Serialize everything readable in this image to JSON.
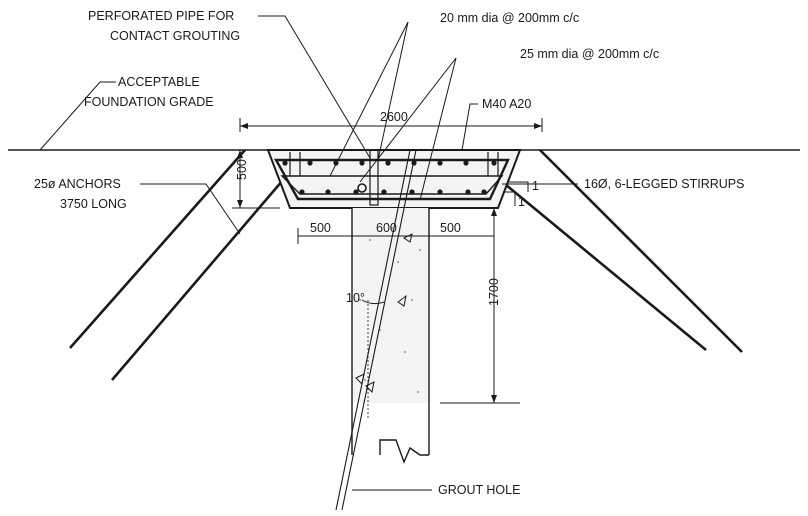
{
  "labels": {
    "perforated_pipe_line1": "PERFORATED PIPE FOR",
    "perforated_pipe_line2": "CONTACT GROUTING",
    "rebar_20": "20 mm dia @ 200mm c/c",
    "rebar_25": "25 mm dia @ 200mm c/c",
    "foundation_line1": "ACCEPTABLE",
    "foundation_line2": "FOUNDATION GRADE",
    "concrete_grade": "M40 A20",
    "anchors_line1": "25ø ANCHORS",
    "anchors_line2": "3750 LONG",
    "stirrups": "16Ø, 6-LEGGED STIRRUPS",
    "grout_hole": "GROUT HOLE"
  },
  "dimensions": {
    "top_width": "2600",
    "depth": "500",
    "left_offset": "500",
    "key_width": "600",
    "right_offset": "500",
    "key_depth": "1700",
    "slope_v_left": "1",
    "slope_v_right": "1",
    "angle": "10°"
  },
  "colors": {
    "ink": "#1a1a1a",
    "concrete_fill": "#f4f4f4"
  }
}
